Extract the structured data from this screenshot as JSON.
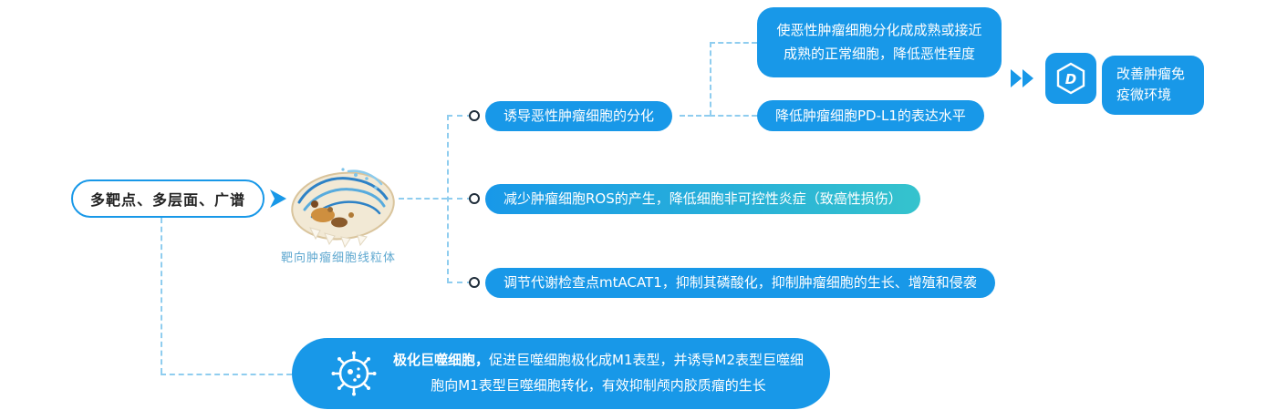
{
  "colors": {
    "primary": "#1898E8",
    "teal": "#35C3CD",
    "dash": "#8FCDEF",
    "dot_border": "#1F2D3A",
    "caption": "#5FA8D0"
  },
  "source": {
    "label": "多靶点、多层面、广谱"
  },
  "mitochondria": {
    "caption": "靶向肿瘤细胞线粒体"
  },
  "effects": [
    {
      "text": "诱导恶性肿瘤细胞的分化"
    },
    {
      "text": "减少肿瘤细胞ROS的产生，降低细胞非可控性炎症（致癌性损伤）"
    },
    {
      "text": "调节代谢检查点mtACAT1，抑制其磷酸化，抑制肿瘤细胞的生长、增殖和侵袭"
    }
  ],
  "differentiation_results": [
    {
      "text": "使恶性肿瘤细胞分化成成熟或接近成熟的正常细胞，降低恶性程度"
    },
    {
      "text": "降低肿瘤细胞PD-L1的表达水平"
    }
  ],
  "immune_outcome": {
    "text": "改善肿瘤免疫微环境",
    "badge_letter": "D"
  },
  "macrophage": {
    "bold": "极化巨噬细胞，",
    "rest": "促进巨噬细胞极化成M1表型，并诱导M2表型巨噬细胞向M1表型巨噬细胞转化，有效抑制颅内胶质瘤的生长"
  }
}
